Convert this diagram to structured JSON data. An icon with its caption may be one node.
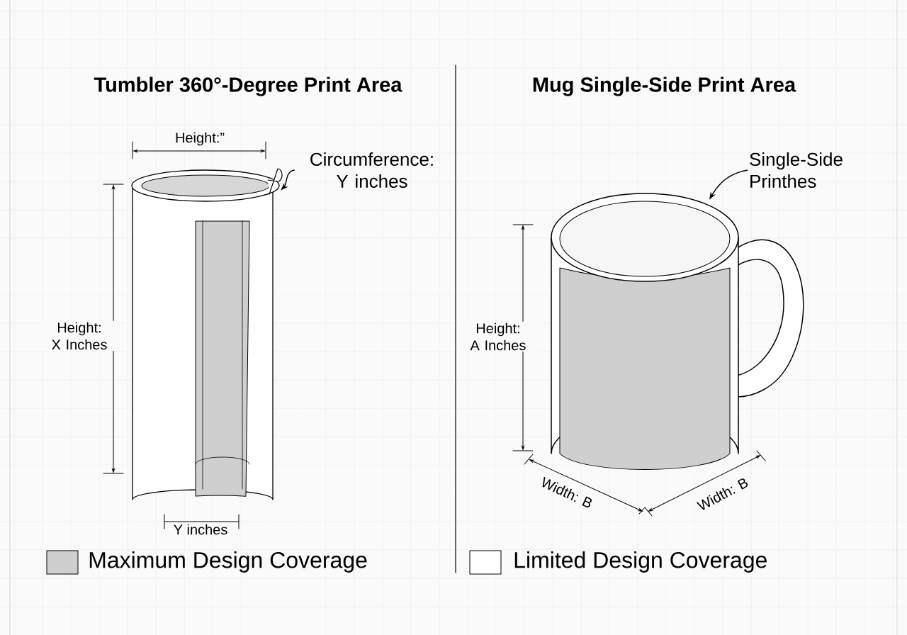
{
  "diagram": {
    "nodes": [
      {
        "text": [
          "Circumference: Y inches"
        ]
      },
      {
        "text": [],
        "shape": "picture"
      },
      {
        "text": [
          "Single-Side Printhes"
        ]
      },
      {
        "text": [],
        "shape": "picture"
      }
    ],
    "edges": [
      {
        "from": 0,
        "to": 1,
        "arrow": "to"
      },
      {
        "from": 2,
        "to": 3,
        "arrow": "to"
      }
    ],
    "labels": [
      "Tumbler 360°-Degree Print Area",
      "Height:”",
      "Height: X Inches",
      "Y inches",
      "Mug Single-Side Print Area",
      "Height: A Inches",
      "Width: B",
      "Width: B"
    ],
    "legend": [
      {
        "text": "Maximum Design Coverage",
        "color": "#cfcfcf"
      },
      {
        "text": "Limited Design Coverage"
      }
    ]
  }
}
